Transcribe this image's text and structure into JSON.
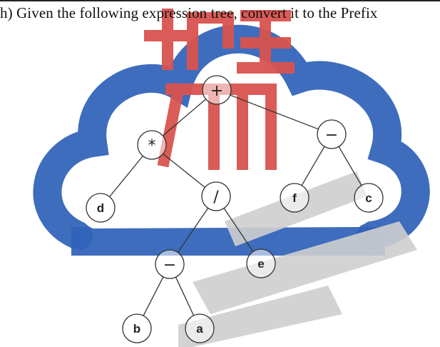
{
  "question": {
    "text": "h) Given the following expression tree, convert it to the Prefix"
  },
  "watermark": {
    "colors": {
      "blue": "#2f62b8",
      "red": "#d9534f",
      "gray": "#cfcfcf"
    }
  },
  "tree": {
    "nodes": [
      {
        "id": "plus",
        "label": "+",
        "bold": false
      },
      {
        "id": "times",
        "label": "*",
        "bold": false
      },
      {
        "id": "minus-right",
        "label": "−",
        "bold": false
      },
      {
        "id": "d",
        "label": "d",
        "bold": true
      },
      {
        "id": "divide",
        "label": "/",
        "bold": false
      },
      {
        "id": "f",
        "label": "f",
        "bold": true
      },
      {
        "id": "c",
        "label": "c",
        "bold": true
      },
      {
        "id": "minus-left",
        "label": "−",
        "bold": false
      },
      {
        "id": "e",
        "label": "e",
        "bold": true
      },
      {
        "id": "b",
        "label": "b",
        "bold": true
      },
      {
        "id": "a",
        "label": "a",
        "bold": true
      }
    ],
    "edges": [
      [
        "plus",
        "times"
      ],
      [
        "plus",
        "minus-right"
      ],
      [
        "times",
        "d"
      ],
      [
        "times",
        "divide"
      ],
      [
        "minus-right",
        "f"
      ],
      [
        "minus-right",
        "c"
      ],
      [
        "divide",
        "minus-left"
      ],
      [
        "divide",
        "e"
      ],
      [
        "minus-left",
        "b"
      ],
      [
        "minus-left",
        "a"
      ]
    ]
  }
}
